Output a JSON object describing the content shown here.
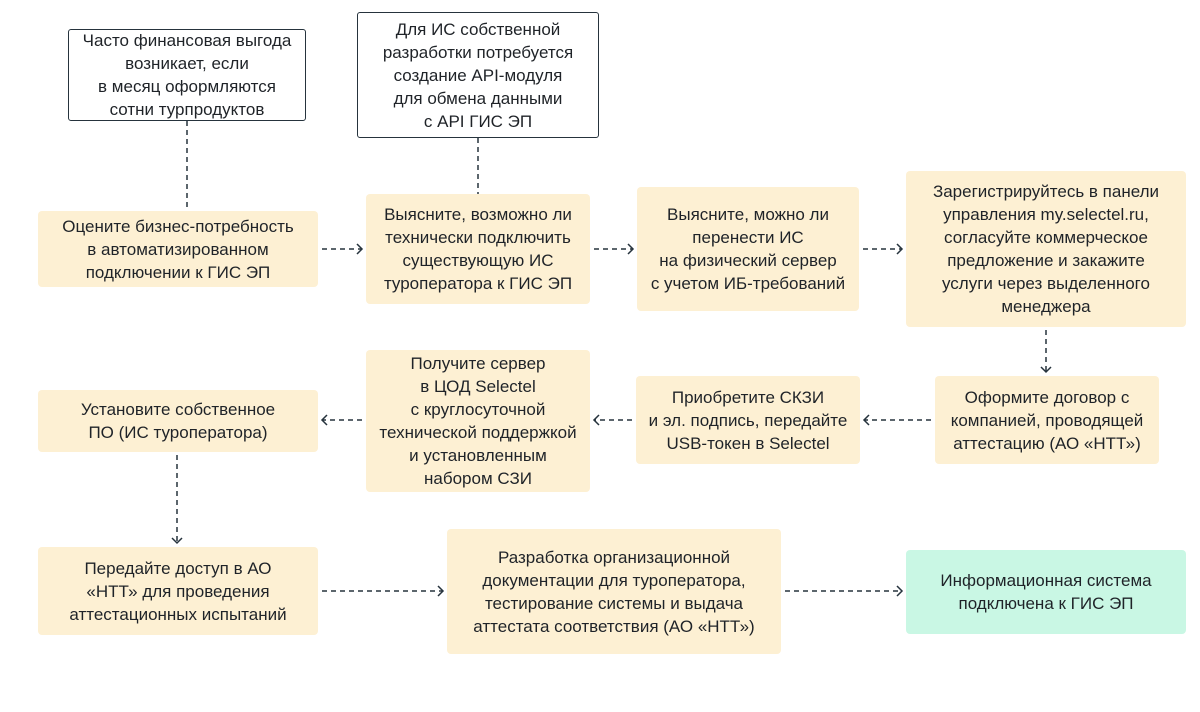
{
  "notes": [
    {
      "id": "note-financial-benefit",
      "text": "Часто финансовая выгода\nвозникает, если\nв месяц оформляются\nсотни турпродуктов"
    },
    {
      "id": "note-api-module",
      "text": "Для ИС собственной\nразработки потребуется\nсоздание API-модуля\nдля обмена данными\nс API ГИС ЭП"
    }
  ],
  "steps": [
    {
      "id": "step-assess-need",
      "text": "Оцените бизнес-потребность\nв автоматизированном\nподключении к ГИС ЭП"
    },
    {
      "id": "step-check-technical",
      "text": "Выясните, возможно ли\nтехнически подключить\nсуществующую ИС\nтуроператора к ГИС ЭП"
    },
    {
      "id": "step-check-migration",
      "text": "Выясните, можно ли\nперенести ИС\nна физический сервер\nс учетом ИБ-требований"
    },
    {
      "id": "step-register",
      "text": "Зарегистрируйтесь в панели\nуправления my.selectel.ru,\nсогласуйте коммерческое\nпредложение и закажите\nуслуги через выделенного\nменеджера"
    },
    {
      "id": "step-contract",
      "text": "Оформите договор с\nкомпанией, проводящей\nаттестацию (АО «НТТ»)"
    },
    {
      "id": "step-buy-skzi",
      "text": "Приобретите СКЗИ\nи эл. подпись, передайте\nUSB-токен в Selectel"
    },
    {
      "id": "step-get-server",
      "text": "Получите сервер\nв ЦОД Selectel\nс круглосуточной\nтехнической поддержкой\nи установленным\nнабором СЗИ"
    },
    {
      "id": "step-install-software",
      "text": "Установите собственное\nПО (ИС туроператора)"
    },
    {
      "id": "step-grant-access",
      "text": "Передайте доступ в АО\n«НТТ» для проведения\nаттестационных испытаний"
    },
    {
      "id": "step-documentation",
      "text": "Разработка организационной\nдокументации для туроператора,\nтестирование системы и выдача\nаттестата соответствия (АО «НТТ»)"
    }
  ],
  "final": {
    "id": "final-connected",
    "text": "Информационная система\nподключена к ГИС ЭП"
  },
  "colors": {
    "step_fill": "#fdf0d3",
    "final_fill": "#c9f7e4",
    "line": "#26333d",
    "text": "#1f2328"
  }
}
